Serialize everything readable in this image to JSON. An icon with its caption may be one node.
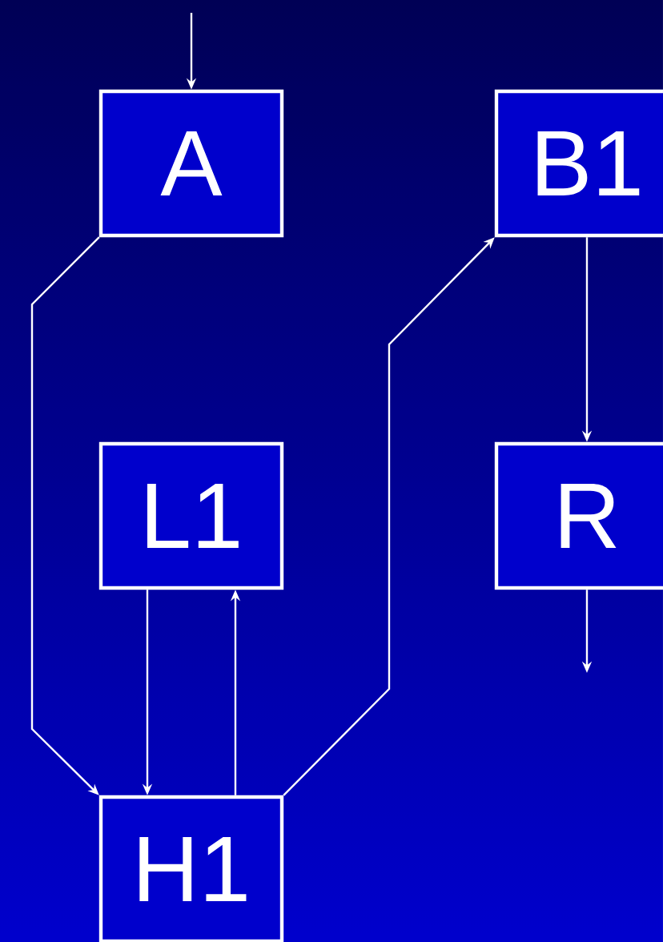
{
  "diagram": {
    "nodes": [
      {
        "text": [
          "A"
        ]
      },
      {
        "text": [
          "B1"
        ]
      },
      {
        "text": [
          "L1"
        ]
      },
      {
        "text": [
          "R"
        ]
      },
      {
        "text": [
          "H1"
        ]
      }
    ],
    "edges": [
      {
        "from": null,
        "to": 0,
        "arrow": "to"
      },
      {
        "from": 0,
        "to": 4,
        "arrow": "to"
      },
      {
        "from": 2,
        "to": 4,
        "arrow": "to"
      },
      {
        "from": 4,
        "to": 2,
        "arrow": "to"
      },
      {
        "from": 4,
        "to": 1,
        "arrow": "to"
      },
      {
        "from": 1,
        "to": 3,
        "arrow": "to"
      },
      {
        "from": 3,
        "to": null,
        "arrow": "to"
      }
    ]
  }
}
